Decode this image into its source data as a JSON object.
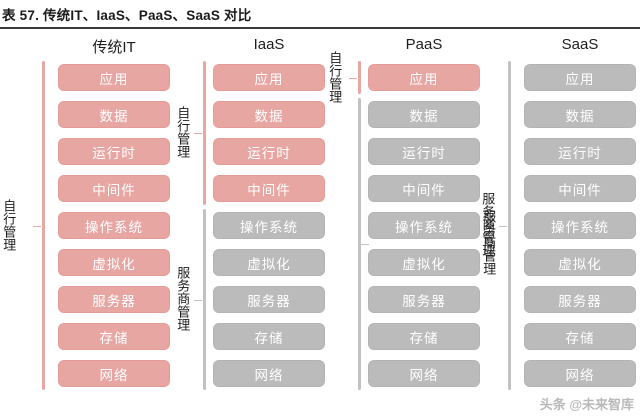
{
  "title": "表 57. 传统IT、IaaS、PaaS、SaaS 对比",
  "watermark": "头条 @未来智库",
  "labels": {
    "self_managed": "自行管理",
    "provider_managed": "服务商管理"
  },
  "colors": {
    "pink": "#e8a6a3",
    "gray": "#bbbbbb",
    "pink_bracket": "#e9a7a4",
    "gray_bracket": "#c2c2c2",
    "box_text": "#ffffff",
    "title_text": "#1b1b1b",
    "rule": "#3a3a3a",
    "watermark": "#b9b9b9"
  },
  "layer_names": [
    "应用",
    "数据",
    "运行时",
    "中间件",
    "操作系统",
    "虚拟化",
    "服务器",
    "存储",
    "网络"
  ],
  "chart_data": {
    "type": "table",
    "title": "表 57. 传统IT、IaaS、PaaS、SaaS 对比",
    "categories": [
      "传统IT",
      "IaaS",
      "PaaS",
      "SaaS"
    ],
    "rows": [
      "应用",
      "数据",
      "运行时",
      "中间件",
      "操作系统",
      "虚拟化",
      "服务器",
      "存储",
      "网络"
    ],
    "legend": [
      "自行管理 (pink)",
      "服务商管理 (gray)"
    ],
    "series": [
      {
        "name": "传统IT",
        "self_managed_count": 9,
        "provider_managed_count": 0,
        "values": [
          "self",
          "self",
          "self",
          "self",
          "self",
          "self",
          "self",
          "self",
          "self"
        ]
      },
      {
        "name": "IaaS",
        "self_managed_count": 4,
        "provider_managed_count": 5,
        "values": [
          "self",
          "self",
          "self",
          "self",
          "provider",
          "provider",
          "provider",
          "provider",
          "provider"
        ]
      },
      {
        "name": "PaaS",
        "self_managed_count": 1,
        "provider_managed_count": 8,
        "values": [
          "self",
          "provider",
          "provider",
          "provider",
          "provider",
          "provider",
          "provider",
          "provider",
          "provider"
        ]
      },
      {
        "name": "SaaS",
        "self_managed_count": 0,
        "provider_managed_count": 9,
        "values": [
          "provider",
          "provider",
          "provider",
          "provider",
          "provider",
          "provider",
          "provider",
          "provider",
          "provider"
        ]
      }
    ]
  },
  "columns": [
    {
      "header": "传统IT",
      "boxes": [
        {
          "label": "应用",
          "tone": "pink"
        },
        {
          "label": "数据",
          "tone": "pink"
        },
        {
          "label": "运行时",
          "tone": "pink"
        },
        {
          "label": "中间件",
          "tone": "pink"
        },
        {
          "label": "操作系统",
          "tone": "pink"
        },
        {
          "label": "虚拟化",
          "tone": "pink"
        },
        {
          "label": "服务器",
          "tone": "pink"
        },
        {
          "label": "存储",
          "tone": "pink"
        },
        {
          "label": "网络",
          "tone": "pink"
        }
      ],
      "brackets": [
        {
          "label": "自行管理",
          "tone": "pink",
          "side": "left"
        }
      ]
    },
    {
      "header": "IaaS",
      "boxes": [
        {
          "label": "应用",
          "tone": "pink"
        },
        {
          "label": "数据",
          "tone": "pink"
        },
        {
          "label": "运行时",
          "tone": "pink"
        },
        {
          "label": "中间件",
          "tone": "pink"
        },
        {
          "label": "操作系统",
          "tone": "gray"
        },
        {
          "label": "虚拟化",
          "tone": "gray"
        },
        {
          "label": "服务器",
          "tone": "gray"
        },
        {
          "label": "存储",
          "tone": "gray"
        },
        {
          "label": "网络",
          "tone": "gray"
        }
      ],
      "brackets": [
        {
          "label": "自行管理",
          "tone": "pink",
          "side": "left"
        },
        {
          "label": "服务商管理",
          "tone": "gray",
          "side": "left"
        }
      ]
    },
    {
      "header": "PaaS",
      "boxes": [
        {
          "label": "应用",
          "tone": "pink"
        },
        {
          "label": "数据",
          "tone": "gray"
        },
        {
          "label": "运行时",
          "tone": "gray"
        },
        {
          "label": "中间件",
          "tone": "gray"
        },
        {
          "label": "操作系统",
          "tone": "gray"
        },
        {
          "label": "虚拟化",
          "tone": "gray"
        },
        {
          "label": "服务器",
          "tone": "gray"
        },
        {
          "label": "存储",
          "tone": "gray"
        },
        {
          "label": "网络",
          "tone": "gray"
        }
      ],
      "brackets": [
        {
          "label": "自行管理",
          "tone": "pink",
          "side": "left"
        },
        {
          "label": "服务商管理",
          "tone": "gray",
          "side": "right"
        }
      ]
    },
    {
      "header": "SaaS",
      "boxes": [
        {
          "label": "应用",
          "tone": "gray"
        },
        {
          "label": "数据",
          "tone": "gray"
        },
        {
          "label": "运行时",
          "tone": "gray"
        },
        {
          "label": "中间件",
          "tone": "gray"
        },
        {
          "label": "操作系统",
          "tone": "gray"
        },
        {
          "label": "虚拟化",
          "tone": "gray"
        },
        {
          "label": "服务器",
          "tone": "gray"
        },
        {
          "label": "存储",
          "tone": "gray"
        },
        {
          "label": "网络",
          "tone": "gray"
        }
      ],
      "brackets": [
        {
          "label": "服务商管理",
          "tone": "gray",
          "side": "left"
        }
      ]
    }
  ]
}
